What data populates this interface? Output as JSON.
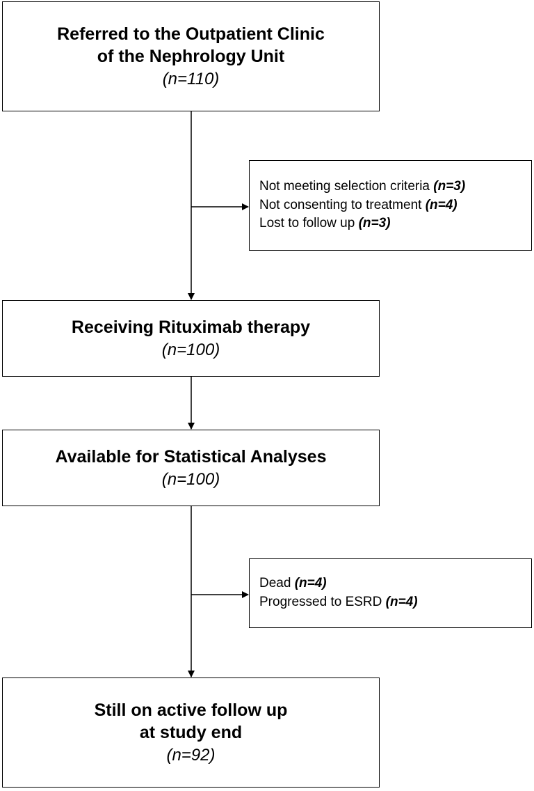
{
  "boxes": {
    "referred": {
      "title_line1": "Referred to the Outpatient Clinic",
      "title_line2": "of the Nephrology Unit",
      "count": "(n=110)"
    },
    "receiving": {
      "title": "Receiving Rituximab therapy",
      "count": "(n=100)"
    },
    "available": {
      "title": "Available for Statistical Analyses",
      "count": "(n=100)"
    },
    "still": {
      "title_line1": "Still on active follow up",
      "title_line2": "at study end",
      "count": "(n=92)"
    }
  },
  "exclusions_1": [
    {
      "text": "Not meeting selection criteria ",
      "count": "(n=3)"
    },
    {
      "text": "Not consenting to treatment ",
      "count": "(n=4)"
    },
    {
      "text": "Lost to follow up ",
      "count": "(n=3)"
    }
  ],
  "exclusions_2": [
    {
      "text": "Dead ",
      "count": "(n=4)"
    },
    {
      "text": "Progressed to ESRD ",
      "count": "(n=4)"
    }
  ]
}
